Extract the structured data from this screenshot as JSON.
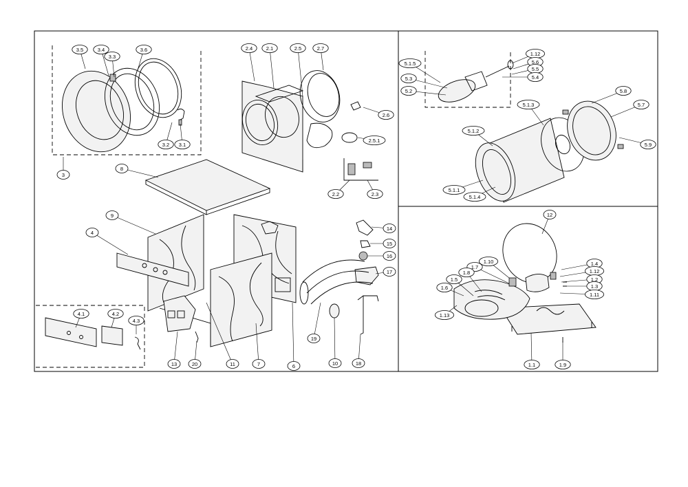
{
  "panels": {
    "main": "exploded-cabinet",
    "drum": "drum-assembly",
    "heater": "heater-assembly"
  },
  "callouts": [
    {
      "id": "c3-5",
      "label": "3.5"
    },
    {
      "id": "c3-4",
      "label": "3.4"
    },
    {
      "id": "c3-3",
      "label": "3.3"
    },
    {
      "id": "c3-6",
      "label": "3.6"
    },
    {
      "id": "c3-2",
      "label": "3.2"
    },
    {
      "id": "c3-1",
      "label": "3.1"
    },
    {
      "id": "c3",
      "label": "3"
    },
    {
      "id": "c2-4",
      "label": "2.4"
    },
    {
      "id": "c2-1",
      "label": "2.1"
    },
    {
      "id": "c2-5",
      "label": "2.5"
    },
    {
      "id": "c2-7",
      "label": "2.7"
    },
    {
      "id": "c2-6",
      "label": "2.6"
    },
    {
      "id": "c2-5-1",
      "label": "2.5.1"
    },
    {
      "id": "c2-2",
      "label": "2.2"
    },
    {
      "id": "c2-3",
      "label": "2.3"
    },
    {
      "id": "c8",
      "label": "8"
    },
    {
      "id": "c9",
      "label": "9"
    },
    {
      "id": "c4",
      "label": "4"
    },
    {
      "id": "c14",
      "label": "14"
    },
    {
      "id": "c15",
      "label": "15"
    },
    {
      "id": "c16",
      "label": "16"
    },
    {
      "id": "c17",
      "label": "17"
    },
    {
      "id": "c4-1",
      "label": "4.1"
    },
    {
      "id": "c4-2",
      "label": "4.2"
    },
    {
      "id": "c4-3",
      "label": "4.3"
    },
    {
      "id": "c19",
      "label": "19"
    },
    {
      "id": "c13",
      "label": "13"
    },
    {
      "id": "c20",
      "label": "20"
    },
    {
      "id": "c11",
      "label": "11"
    },
    {
      "id": "c7",
      "label": "7"
    },
    {
      "id": "c6",
      "label": "6"
    },
    {
      "id": "c10",
      "label": "10"
    },
    {
      "id": "c18",
      "label": "18"
    },
    {
      "id": "c5-1-5",
      "label": "5.1.5"
    },
    {
      "id": "c5-3",
      "label": "5.3"
    },
    {
      "id": "c5-2",
      "label": "5.2"
    },
    {
      "id": "c1-12a",
      "label": "1.12"
    },
    {
      "id": "c5-6",
      "label": "5.6"
    },
    {
      "id": "c5-5",
      "label": "5.5"
    },
    {
      "id": "c5-4",
      "label": "5.4"
    },
    {
      "id": "c5-8",
      "label": "5.8"
    },
    {
      "id": "c5-1-3",
      "label": "5.1.3"
    },
    {
      "id": "c5-7",
      "label": "5.7"
    },
    {
      "id": "c5-1-2",
      "label": "5.1.2"
    },
    {
      "id": "c5-9",
      "label": "5.9"
    },
    {
      "id": "c5-1-1",
      "label": "5.1.1"
    },
    {
      "id": "c5-1-4",
      "label": "5.1.4"
    },
    {
      "id": "c12",
      "label": "12"
    },
    {
      "id": "c1-10",
      "label": "1.10"
    },
    {
      "id": "c1-7",
      "label": "1.7"
    },
    {
      "id": "c1-4",
      "label": "1.4"
    },
    {
      "id": "c1-8",
      "label": "1.8"
    },
    {
      "id": "c1-12b",
      "label": "1.12"
    },
    {
      "id": "c1-5",
      "label": "1.5"
    },
    {
      "id": "c1-2",
      "label": "1.2"
    },
    {
      "id": "c1-6",
      "label": "1.6"
    },
    {
      "id": "c1-3",
      "label": "1.3"
    },
    {
      "id": "c1-11",
      "label": "1.11"
    },
    {
      "id": "c1-13",
      "label": "1.13"
    },
    {
      "id": "c1-1",
      "label": "1.1"
    },
    {
      "id": "c1-9",
      "label": "1.9"
    }
  ]
}
